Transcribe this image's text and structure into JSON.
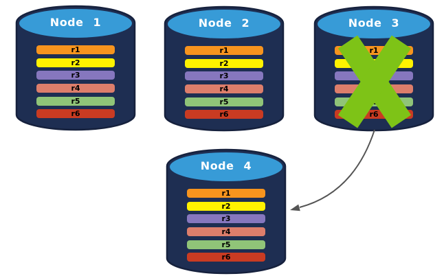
{
  "diagram": {
    "nodes": [
      {
        "label": "Node 1",
        "crossed_out": false
      },
      {
        "label": "Node 2",
        "crossed_out": false
      },
      {
        "label": "Node 3",
        "crossed_out": true
      },
      {
        "label": "Node 4",
        "crossed_out": false
      }
    ],
    "rows": [
      {
        "label": "r1",
        "color": "#F7941E"
      },
      {
        "label": "r2",
        "color": "#FFF200"
      },
      {
        "label": "r3",
        "color": "#8677BE"
      },
      {
        "label": "r4",
        "color": "#DD7E6B"
      },
      {
        "label": "r5",
        "color": "#90C478"
      },
      {
        "label": "r6",
        "color": "#C93B22"
      }
    ],
    "colors": {
      "cylinder_body": "#1E2E52",
      "cylinder_edge": "#16213D",
      "cylinder_top": "#379BD7",
      "cross": "#7EC317",
      "arrow": "#545454"
    }
  }
}
